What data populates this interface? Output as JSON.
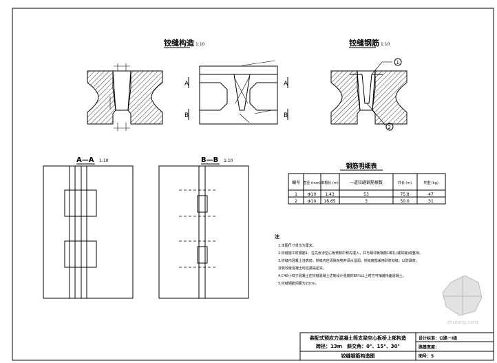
{
  "views": {
    "joint_structure": {
      "title": "铰缝构造",
      "scale": "1:10"
    },
    "joint_rebar": {
      "title": "铰缝钢筋",
      "scale": "1:10"
    },
    "section_aa": {
      "title": "A—A",
      "scale": "1:10"
    },
    "section_bb": {
      "title": "B—B",
      "scale": "1:10"
    }
  },
  "section_marks": {
    "a": "A",
    "b": "B"
  },
  "bar_marks": {
    "one": "1",
    "two": "2"
  },
  "material_table": {
    "title": "钢筋明细表",
    "headers": [
      "编号",
      "直径\n(mm)",
      "单根长\n(m)",
      "一道铰缝钢筋根数",
      "共长\n(m)",
      "共重\n(kg)"
    ],
    "rows": [
      [
        "1",
        "Φ10",
        "1.43",
        "53",
        "75.8",
        "47"
      ],
      [
        "2",
        "Φ10",
        "16.65",
        "3",
        "50.0",
        "31"
      ]
    ]
  },
  "notes": {
    "heading": "注",
    "items": [
      "1.本图尺寸单位为厘米。",
      "2.铰缝施工时钢筋1、在先张法空心板预制中预先埋入，并与相邻板钢筋1绑扎(或焊接)成整体。",
      "3.铰缝内混凝土浇筑前，铰缝内应清除杂物并洒水湿润，铰缝底部采用砂浆勾缝，以防漏浆；",
      "  浇筑铰缝混凝土时应振捣密实。",
      "4.C40小石子混凝土在铰缝混凝土达到设计强度的85%以上时方可铺装桥面混凝土。",
      "5.铰缝钢筋间距为20cm。"
    ]
  },
  "title_block": {
    "project_line1": "装配式预应力混凝土简支梁空心板桥上部构造",
    "project_line2": "跨径：13m　斜交角：0°、15°、30°",
    "drawing_title": "铰缝钢筋构造图",
    "label_right_top": "设计标准：公路－Ⅰ级",
    "label_right_mid": "路基宽度：",
    "label_right_bot": "图号：5"
  },
  "watermark": "zhulong.com"
}
